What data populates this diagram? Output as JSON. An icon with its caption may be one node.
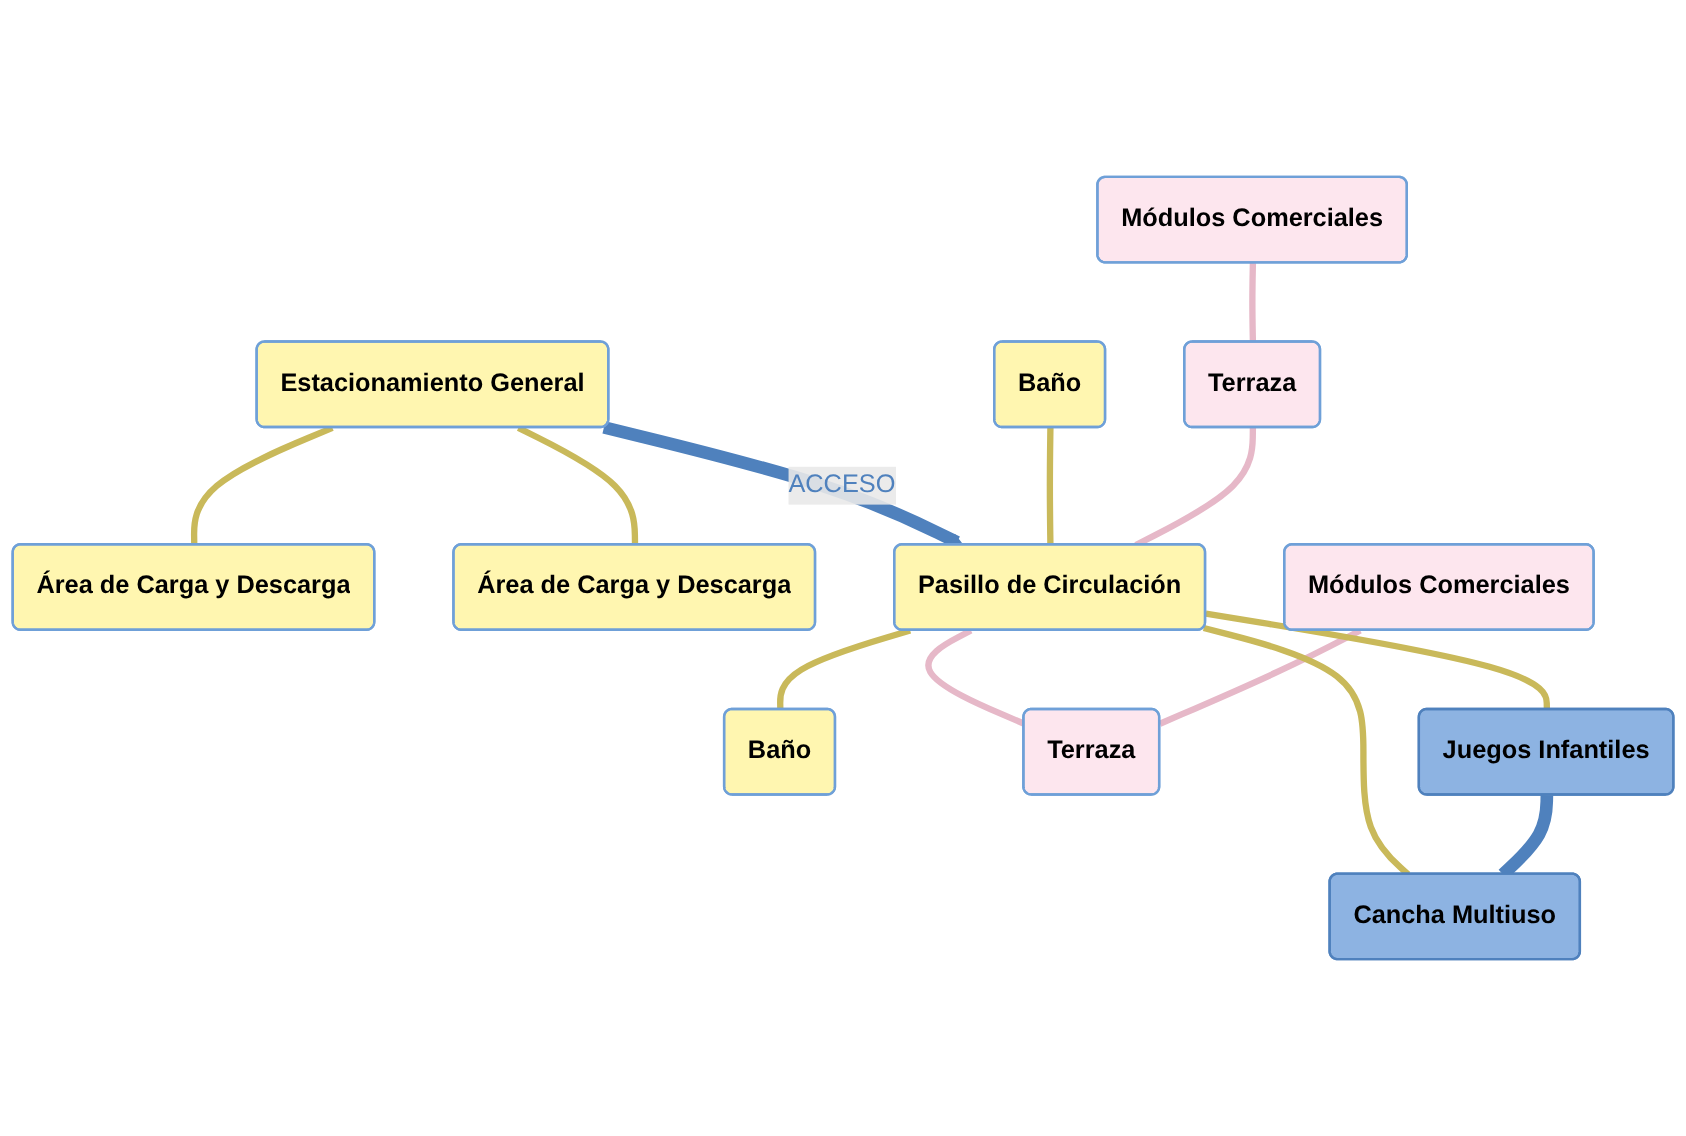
{
  "diagram": {
    "nodes": [
      {
        "text": [
          "Estacionamiento General"
        ]
      },
      {
        "text": [
          "Área de Carga y Descarga"
        ]
      },
      {
        "text": [
          "Área de Carga y Descarga"
        ]
      },
      {
        "text": [
          "Pasillo de Circulación"
        ]
      },
      {
        "text": [
          "Baño"
        ]
      },
      {
        "text": [
          "Módulos Comerciales"
        ]
      },
      {
        "text": [
          "Terraza"
        ]
      },
      {
        "text": [
          "Baño"
        ]
      },
      {
        "text": [
          "Módulos Comerciales"
        ]
      },
      {
        "text": [
          "Terraza"
        ]
      },
      {
        "text": [
          "Juegos Infantiles"
        ]
      },
      {
        "text": [
          "Cancha Multiuso"
        ]
      }
    ],
    "edges": [
      {
        "from": 0,
        "to": 1,
        "arrow": "none"
      },
      {
        "from": 0,
        "to": 2,
        "arrow": "none"
      },
      {
        "from": 0,
        "to": 3,
        "arrow": "to",
        "label": "ACCESO",
        "style": "thick",
        "color": "#4f81bd"
      },
      {
        "from": 4,
        "to": 3,
        "arrow": "none"
      },
      {
        "from": 5,
        "to": 6,
        "arrow": "none",
        "color": "#e6b8c8"
      },
      {
        "from": 6,
        "to": 3,
        "arrow": "none",
        "color": "#e6b8c8"
      },
      {
        "from": 3,
        "to": 7,
        "arrow": "none"
      },
      {
        "from": 3,
        "to": 9,
        "arrow": "none",
        "color": "#e6b8c8"
      },
      {
        "from": 8,
        "to": 9,
        "arrow": "none",
        "color": "#e6b8c8"
      },
      {
        "from": 3,
        "to": 10,
        "arrow": "none"
      },
      {
        "from": 3,
        "to": 11,
        "arrow": "none"
      },
      {
        "from": 10,
        "to": 11,
        "arrow": "none",
        "style": "thick",
        "color": "#4f81bd"
      }
    ]
  }
}
